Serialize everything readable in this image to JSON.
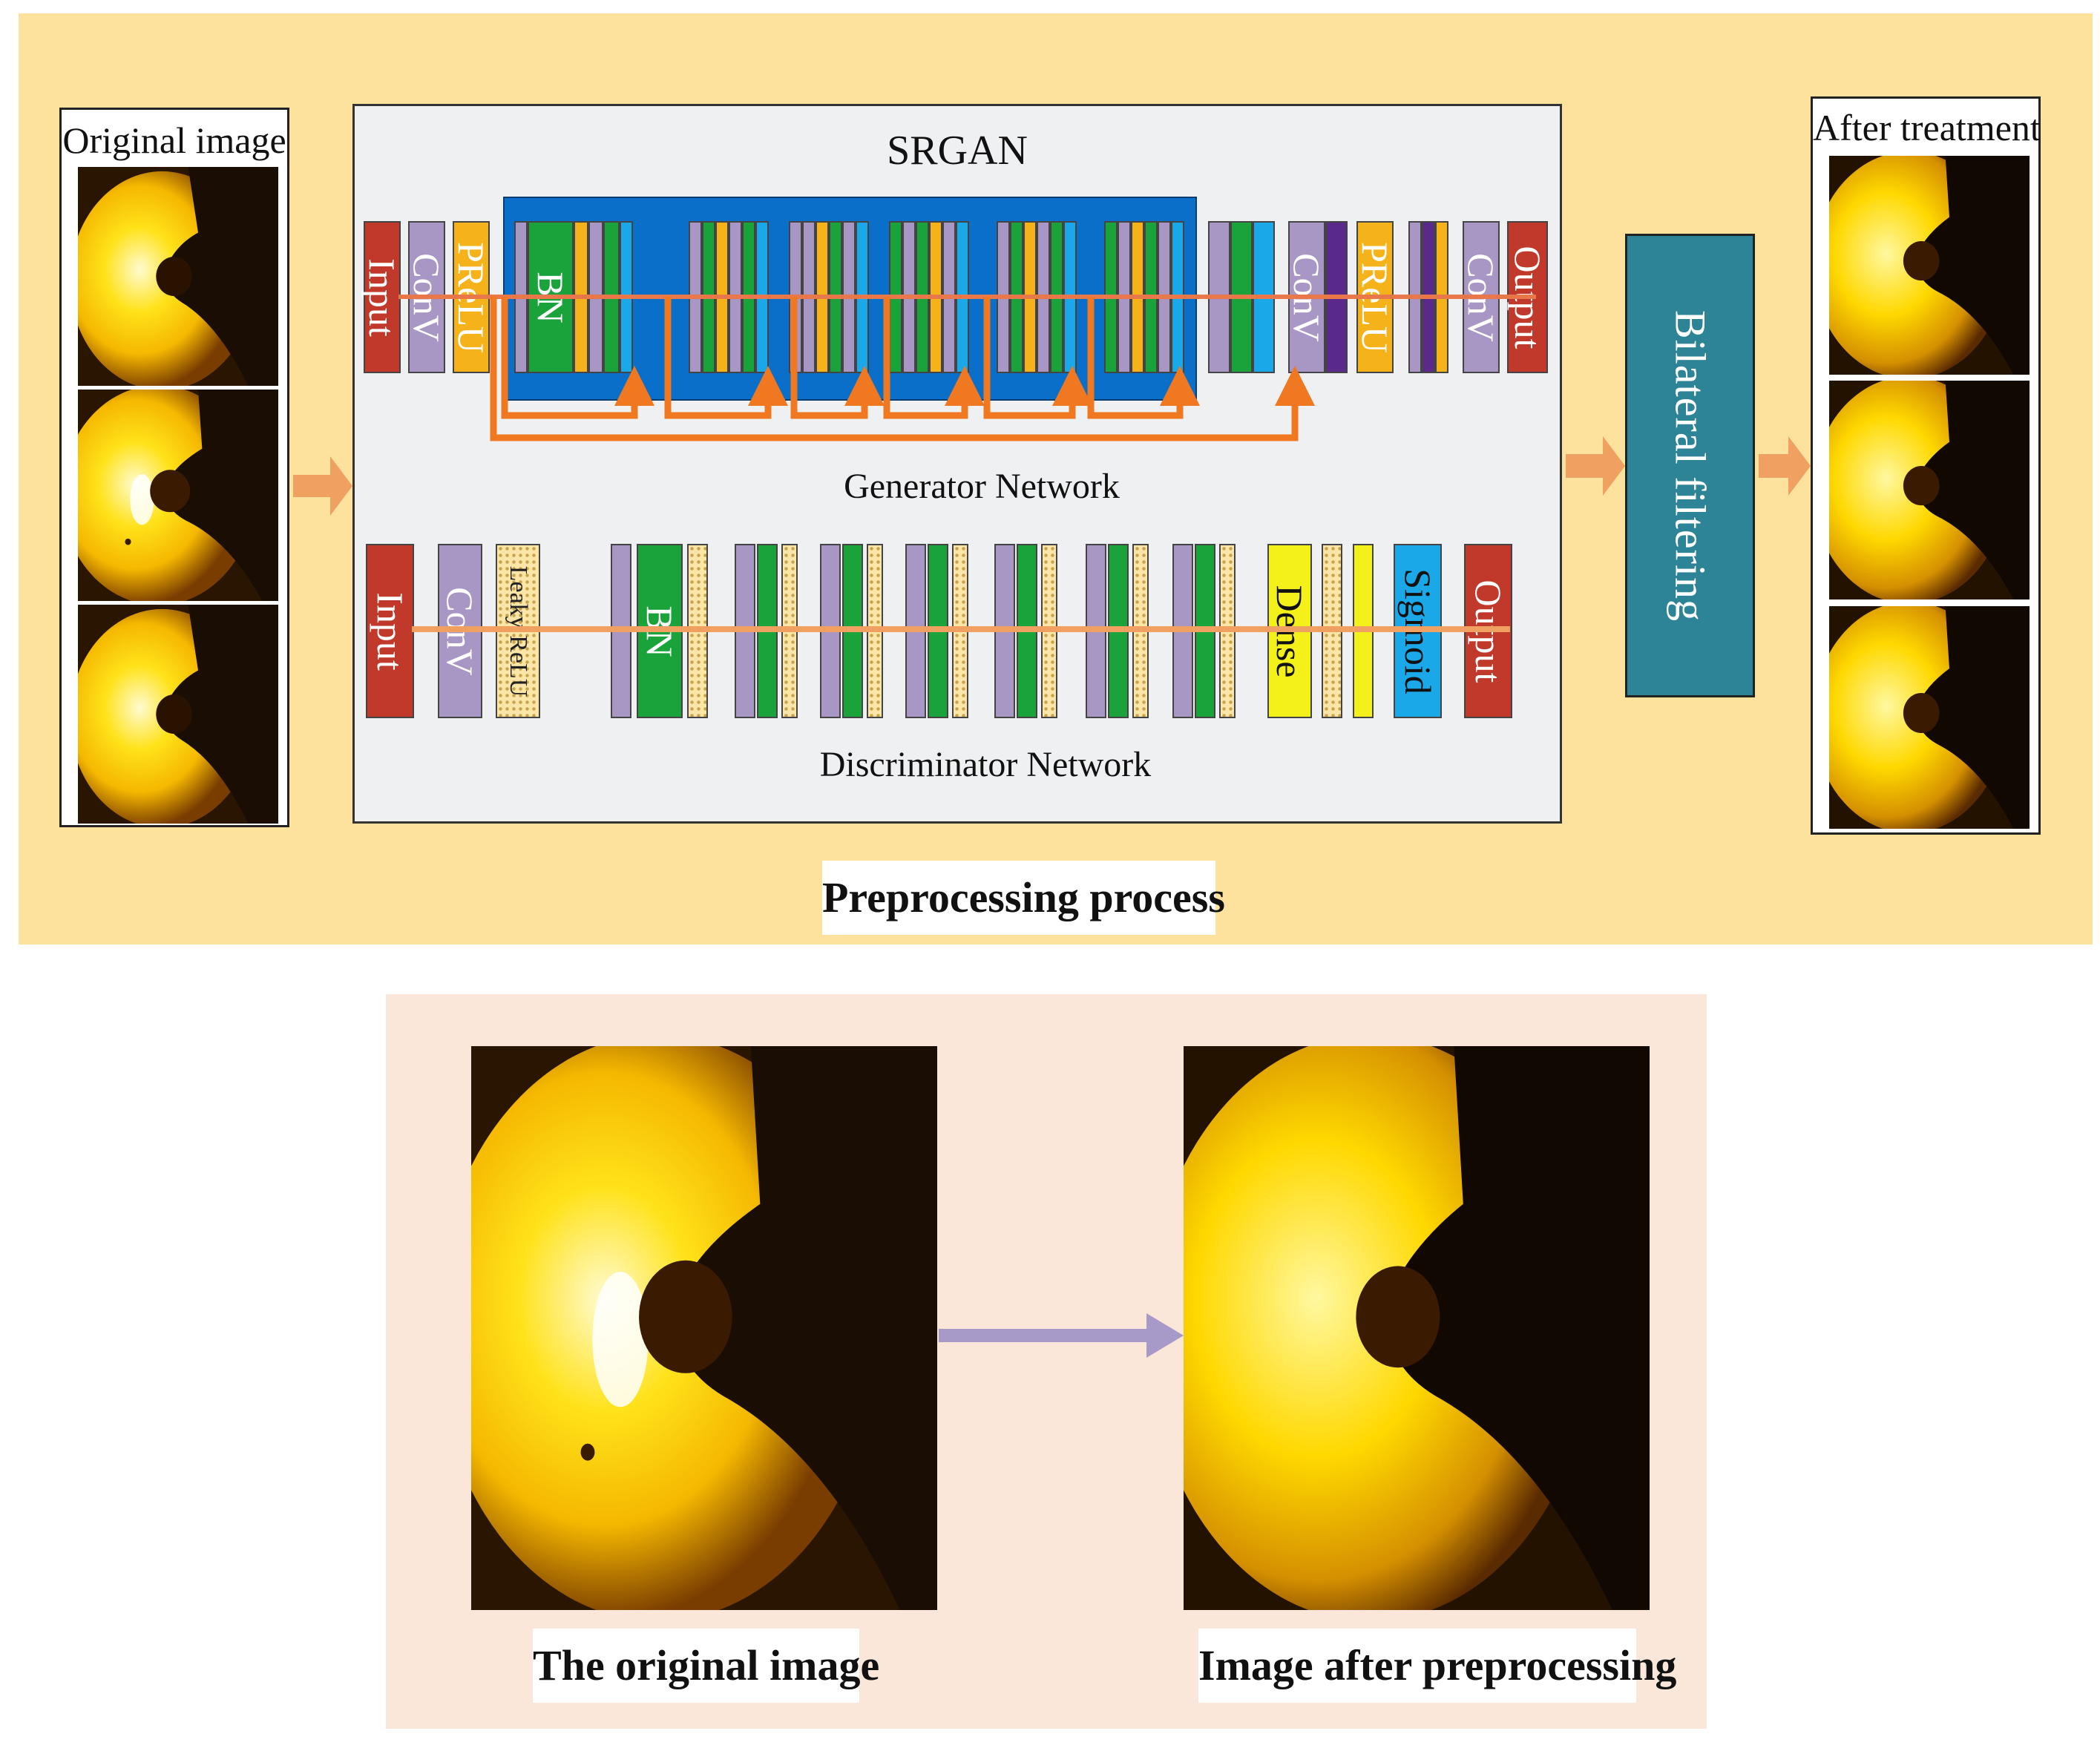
{
  "top_panel": {
    "original_column_title": "Original image",
    "after_column_title": "After treatment",
    "srgan_title": "SRGAN",
    "generator_label": "Generator Network",
    "discriminator_label": "Discriminator Network",
    "bilateral_label": "Bilateral filtering",
    "caption": "Preprocessing process"
  },
  "generator_blocks": {
    "input": "Input",
    "conv1": "ConV",
    "prelu1": "PReLU",
    "bn": "BN",
    "conv2": "ConV",
    "prelu2": "PReLU",
    "conv3": "ConV",
    "output": "Output"
  },
  "discriminator_blocks": {
    "input": "Input",
    "conv": "ConV",
    "leaky": "Leaky ReLU",
    "bn": "BN",
    "dense": "Dense",
    "sigmoid": "Sigmoid",
    "output": "Output"
  },
  "bottom_panel": {
    "original_caption": "The original image",
    "processed_caption": "Image after preprocessing"
  },
  "colors": {
    "top_panel_bg": "#fde29e",
    "bottom_panel_bg": "#fae7da",
    "arrow_orange": "#f0a060",
    "conv_purple": "#a896c4",
    "input_red": "#c0392b",
    "prelu_yellow": "#f6b21a",
    "bn_green": "#1aa33a",
    "residual_blue": "#0a6fc8",
    "sigmoid_cyan": "#1aa8e8",
    "dense_yellow": "#f4f01a",
    "bilateral_teal": "#2e8497",
    "bottom_arrow": "#a89ac8"
  }
}
